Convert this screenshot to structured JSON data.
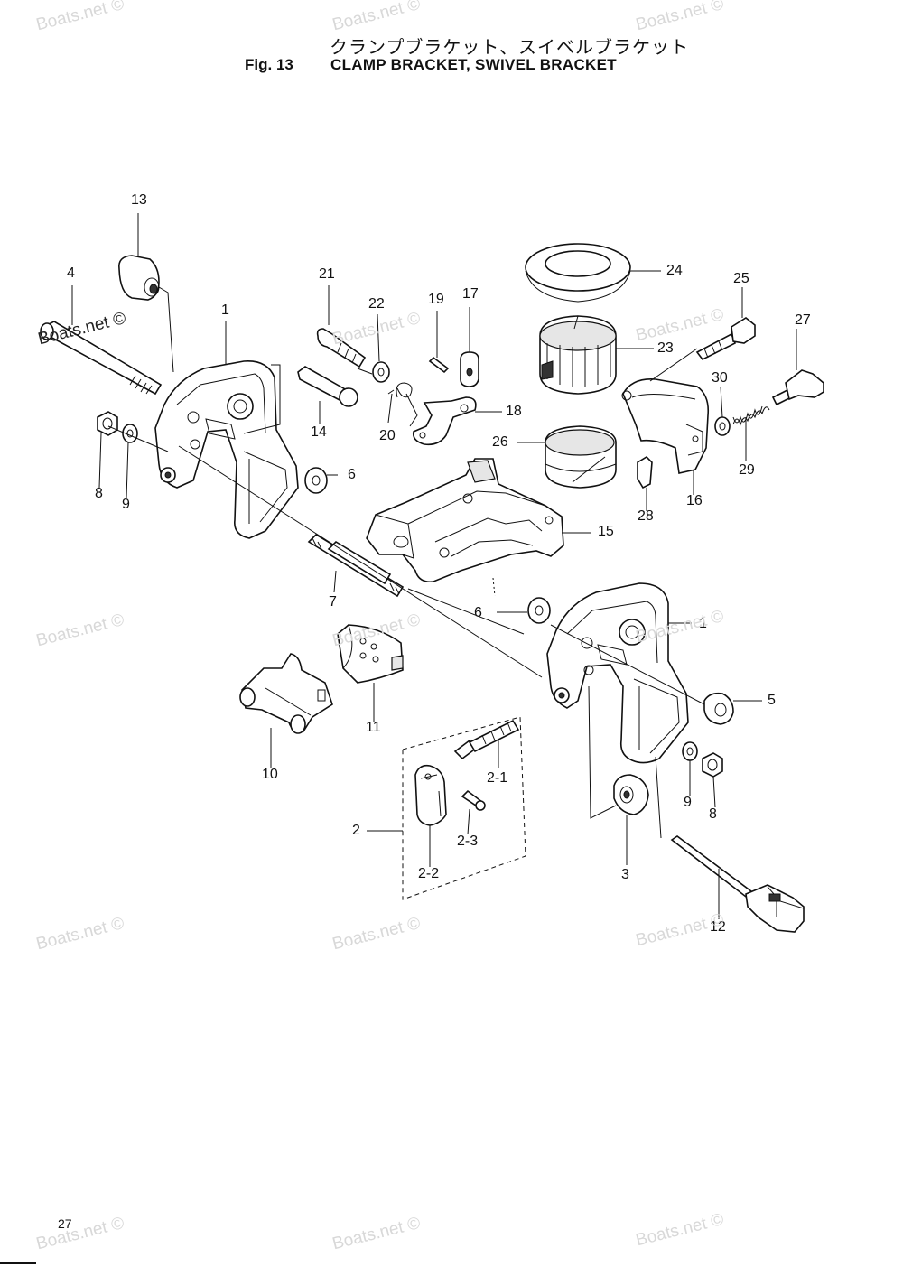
{
  "header": {
    "title_jp": "クランプブラケット、スイベルブラケット",
    "fig": "Fig. 13",
    "title": "CLAMP BRACKET, SWIVEL BRACKET"
  },
  "page_number": "—27—",
  "watermark": "Boats.net ©",
  "callouts": [
    {
      "id": "13",
      "text": "13"
    },
    {
      "id": "4",
      "text": "4"
    },
    {
      "id": "1a",
      "text": "1"
    },
    {
      "id": "21",
      "text": "21"
    },
    {
      "id": "22",
      "text": "22"
    },
    {
      "id": "19",
      "text": "19"
    },
    {
      "id": "17",
      "text": "17"
    },
    {
      "id": "24",
      "text": "24"
    },
    {
      "id": "25",
      "text": "25"
    },
    {
      "id": "27",
      "text": "27"
    },
    {
      "id": "23",
      "text": "23"
    },
    {
      "id": "30",
      "text": "30"
    },
    {
      "id": "18",
      "text": "18"
    },
    {
      "id": "14",
      "text": "14"
    },
    {
      "id": "20",
      "text": "20"
    },
    {
      "id": "8a",
      "text": "8"
    },
    {
      "id": "9a",
      "text": "9"
    },
    {
      "id": "6a",
      "text": "6"
    },
    {
      "id": "26",
      "text": "26"
    },
    {
      "id": "29",
      "text": "29"
    },
    {
      "id": "16",
      "text": "16"
    },
    {
      "id": "28",
      "text": "28"
    },
    {
      "id": "15",
      "text": "15"
    },
    {
      "id": "7",
      "text": "7"
    },
    {
      "id": "6b",
      "text": "6"
    },
    {
      "id": "1b",
      "text": "1"
    },
    {
      "id": "5",
      "text": "5"
    },
    {
      "id": "11",
      "text": "11"
    },
    {
      "id": "10",
      "text": "10"
    },
    {
      "id": "2-1",
      "text": "2-1"
    },
    {
      "id": "2",
      "text": "2"
    },
    {
      "id": "2-3",
      "text": "2-3"
    },
    {
      "id": "2-2",
      "text": "2-2"
    },
    {
      "id": "9b",
      "text": "9"
    },
    {
      "id": "8b",
      "text": "8"
    },
    {
      "id": "3",
      "text": "3"
    },
    {
      "id": "12",
      "text": "12"
    }
  ]
}
